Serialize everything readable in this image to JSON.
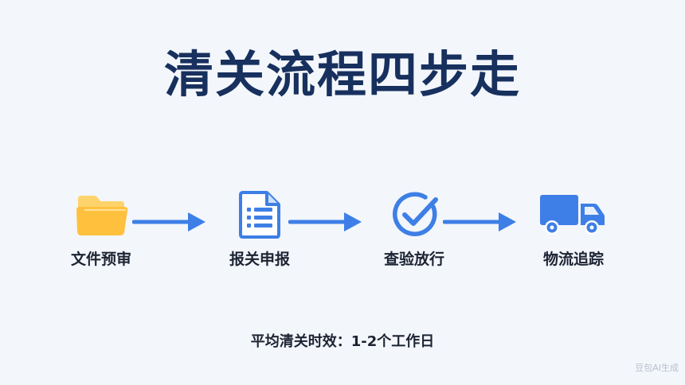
{
  "title": "清关流程四步走",
  "steps": [
    {
      "label": "文件预审",
      "icon": "folder-icon",
      "color": "#ffc94d"
    },
    {
      "label": "报关申报",
      "icon": "document-icon",
      "color": "#3d7fe6"
    },
    {
      "label": "查验放行",
      "icon": "check-circle-icon",
      "color": "#3d7fe6"
    },
    {
      "label": "物流追踪",
      "icon": "truck-icon",
      "color": "#3d7fe6"
    }
  ],
  "arrow_color": "#3d7fe6",
  "footer": "平均清关时效：1-2个工作日",
  "watermark": "豆包AI生成"
}
